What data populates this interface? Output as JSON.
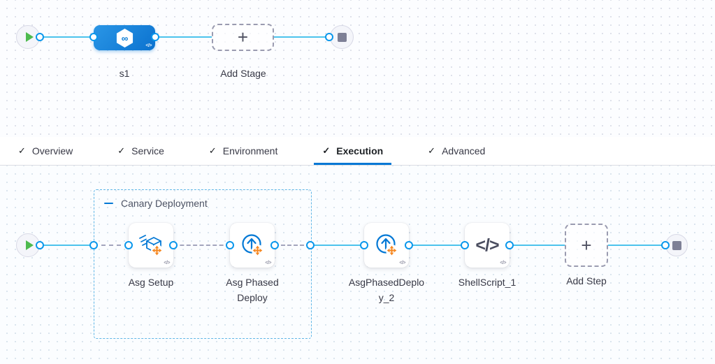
{
  "glyphs": {
    "check": "✓",
    "plus": "+",
    "code_badge": "</>",
    "infinity": "∞"
  },
  "stage_pipeline": {
    "stage_label": "s1",
    "add_stage_label": "Add Stage"
  },
  "tabs": [
    {
      "label": "Overview",
      "checked": true,
      "active": false
    },
    {
      "label": "Service",
      "checked": true,
      "active": false
    },
    {
      "label": "Environment",
      "checked": true,
      "active": false
    },
    {
      "label": "Execution",
      "checked": true,
      "active": true
    },
    {
      "label": "Advanced",
      "checked": true,
      "active": false
    }
  ],
  "execution_graph": {
    "group_title": "Canary Deployment",
    "steps": [
      {
        "label": "Asg Setup",
        "icon": "asg-setup-icon"
      },
      {
        "label": "Asg Phased Deploy",
        "icon": "asg-phased-deploy-icon"
      },
      {
        "label": "AsgPhasedDeploy_2",
        "icon": "asg-phased-deploy-icon"
      },
      {
        "label": "ShellScript_1",
        "icon": "shell-script-icon"
      }
    ],
    "add_step_label": "Add Step"
  },
  "colors": {
    "accent_blue": "#0278d5",
    "link_line_blue": "#4cc3ec",
    "connector_border_blue": "#0a97ec",
    "dashed_gray": "#a3a5bc",
    "group_border_blue": "#5fb6e6",
    "orange_arrows": "#f6871f",
    "play_green": "#4dba4e",
    "stop_gray": "#7e8096",
    "stage_gradient_start": "#2a96e6",
    "stage_gradient_end": "#0b72cf"
  }
}
